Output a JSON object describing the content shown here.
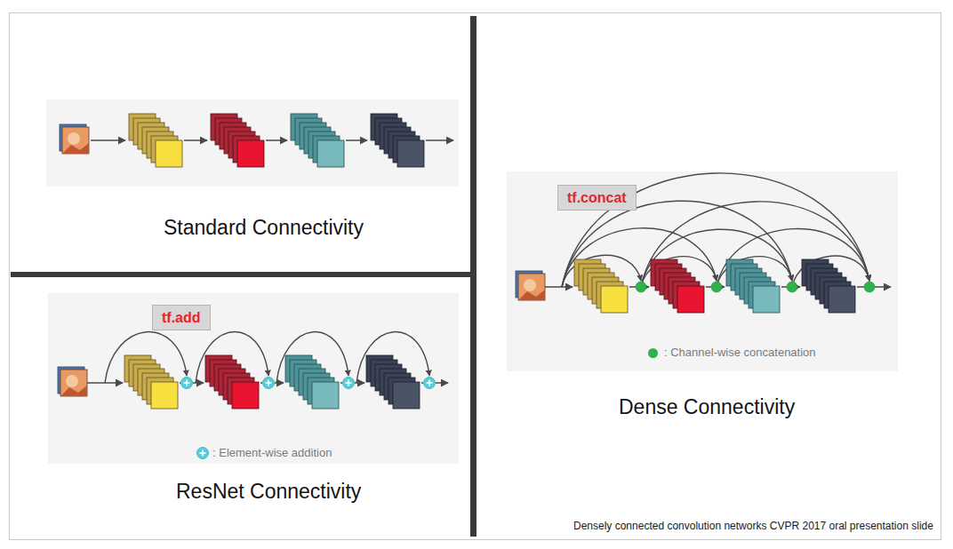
{
  "diagram": {
    "caption": "Densely connected convolution networks CVPR 2017 oral presentation slide",
    "nodes": [
      {
        "text": [
          "tf.add"
        ]
      },
      {
        "text": [
          "tf.concat"
        ]
      }
    ],
    "labels": [
      "Standard Connectivity",
      "ResNet Connectivity",
      "Dense Connectivity"
    ],
    "legend": [
      {
        "text": ": Element-wise addition"
      },
      {
        "text": ": Channel-wise concatenation",
        "color": "#2fb24c"
      }
    ]
  }
}
